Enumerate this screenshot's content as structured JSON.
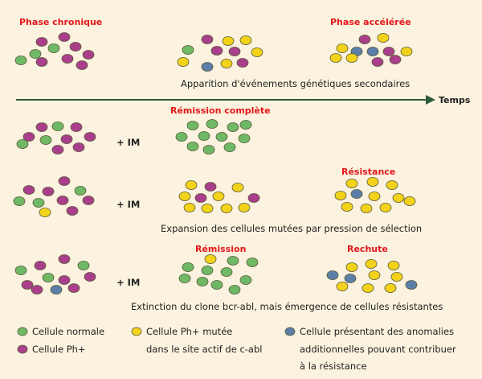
{
  "colors": {
    "background": "#fbf3df",
    "label_red": "#e3161b",
    "text": "#222222",
    "arrow": "#2f5a3a",
    "normal": "#6fb865",
    "ph": "#a93f8a",
    "mutated": "#f3d21a",
    "anomaly": "#5b7fa8",
    "stroke": "#5a5a3a"
  },
  "labels": {
    "phase_chronique": "Phase chronique",
    "phase_acceleree": "Phase accélérée",
    "temps": "Temps",
    "remission_complete": "Rémission complète",
    "resistance": "Résistance",
    "remission": "Rémission",
    "rechute": "Rechute",
    "plus_im": "+ IM"
  },
  "captions": {
    "secondary_events": "Apparition d'événements génétiques secondaires",
    "expansion": "Expansion des cellules mutées par pression de sélection",
    "extinction": "Extinction du clone bcr-abl, mais émergence de cellules résistantes"
  },
  "legend": {
    "normal": "Cellule normale",
    "ph": "Cellule Ph+",
    "mutated_line1": "Cellule Ph+ mutée",
    "mutated_line2": "dans le site actif de c-abl",
    "anomaly_line1": "Cellule présentant des anomalies",
    "anomaly_line2": "additionnelles pouvant contribuer",
    "anomaly_line3": "à la résistance"
  }
}
